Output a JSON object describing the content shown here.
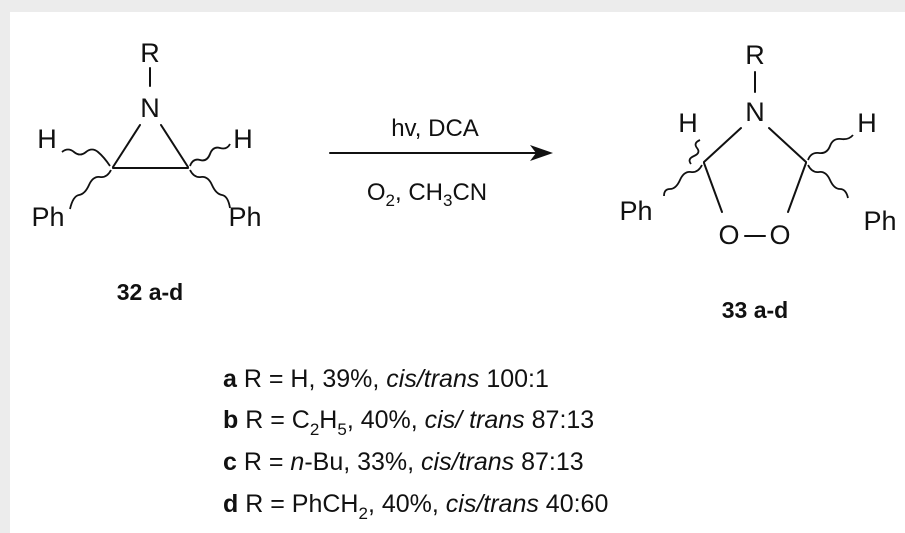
{
  "colors": {
    "page_background": "#ececec",
    "panel_background": "#ffffff",
    "ink": "#111111"
  },
  "scheme": {
    "r_symbol": "R",
    "n_symbol": "N",
    "h_symbol": "H",
    "ph_symbol": "Ph",
    "o_symbol": "O",
    "reactant_label": "32 a-d",
    "product_label": "33 a-d",
    "condition_top": "hv, DCA",
    "cond_o": "O",
    "cond_o_sub": "2",
    "cond_sep_ch": ", CH",
    "cond_ch_sub": "3",
    "cond_cn": "CN"
  },
  "legend": [
    {
      "key": "a",
      "r_text": " R = H, ",
      "yield_text": "39%, ",
      "ratio_term": "cis/trans",
      "ratio_value": " 100:1"
    },
    {
      "key": "b",
      "r_prefix": " R = C",
      "r_sub1": "2",
      "r_mid": "H",
      "r_sub2": "5",
      "yield_text": ", 40%, ",
      "ratio_term": "cis/ trans",
      "ratio_value": " 87:13"
    },
    {
      "key": "c",
      "r_prefix": " R = ",
      "r_italic": "n",
      "r_suffix": "-Bu, ",
      "yield_text": "33%, ",
      "ratio_term": "cis/trans",
      "ratio_value": " 87:13"
    },
    {
      "key": "d",
      "r_prefix": " R = PhCH",
      "r_sub": "2",
      "yield_text": ", 40%, ",
      "ratio_term": "cis/trans",
      "ratio_value": " 40:60"
    }
  ]
}
